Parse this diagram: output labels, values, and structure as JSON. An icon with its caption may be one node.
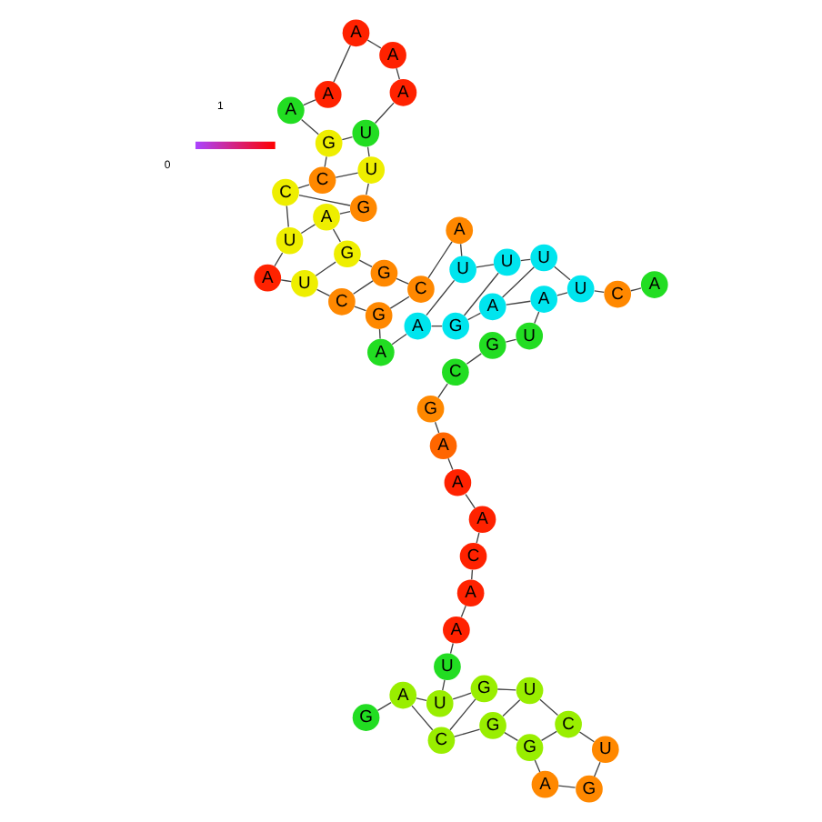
{
  "diagram": {
    "nodes": [
      {
        "text": [
          "G"
        ]
      },
      {
        "text": [
          "A"
        ]
      },
      {
        "text": [
          "C"
        ]
      },
      {
        "text": [
          "G"
        ]
      },
      {
        "text": [
          "G"
        ]
      },
      {
        "text": [
          "A"
        ]
      },
      {
        "text": [
          "G"
        ]
      },
      {
        "text": [
          "U"
        ]
      },
      {
        "text": [
          "C"
        ]
      },
      {
        "text": [
          "U"
        ]
      },
      {
        "text": [
          "G"
        ]
      },
      {
        "text": [
          "U"
        ]
      },
      {
        "text": [
          "U"
        ]
      },
      {
        "text": [
          "A"
        ]
      },
      {
        "text": [
          "A"
        ]
      },
      {
        "text": [
          "C"
        ]
      },
      {
        "text": [
          "A"
        ]
      },
      {
        "text": [
          "A"
        ]
      },
      {
        "text": [
          "A"
        ]
      },
      {
        "text": [
          "G"
        ]
      },
      {
        "text": [
          "C"
        ]
      },
      {
        "text": [
          "G"
        ]
      },
      {
        "text": [
          "U"
        ]
      },
      {
        "text": [
          "A"
        ]
      },
      {
        "text": [
          "A"
        ]
      },
      {
        "text": [
          "G"
        ]
      },
      {
        "text": [
          "A"
        ]
      },
      {
        "text": [
          "A"
        ]
      },
      {
        "text": [
          "G"
        ]
      },
      {
        "text": [
          "C"
        ]
      },
      {
        "text": [
          "U"
        ]
      },
      {
        "text": [
          "A"
        ]
      },
      {
        "text": [
          "U"
        ]
      },
      {
        "text": [
          "C"
        ]
      },
      {
        "text": [
          "C"
        ]
      },
      {
        "text": [
          "G"
        ]
      },
      {
        "text": [
          "A"
        ]
      },
      {
        "text": [
          "A"
        ]
      },
      {
        "text": [
          "A"
        ]
      },
      {
        "text": [
          "A"
        ]
      },
      {
        "text": [
          "A"
        ]
      },
      {
        "text": [
          "U"
        ]
      },
      {
        "text": [
          "U"
        ]
      },
      {
        "text": [
          "G"
        ]
      },
      {
        "text": [
          "A"
        ]
      },
      {
        "text": [
          "G"
        ]
      },
      {
        "text": [
          "G"
        ]
      },
      {
        "text": [
          "C"
        ]
      },
      {
        "text": [
          "A"
        ]
      },
      {
        "text": [
          "U"
        ]
      },
      {
        "text": [
          "U"
        ]
      },
      {
        "text": [
          "U"
        ]
      },
      {
        "text": [
          "U"
        ]
      },
      {
        "text": [
          "C"
        ]
      },
      {
        "text": [
          "A"
        ]
      }
    ],
    "edges": [
      {
        "from": 0,
        "to": 1,
        "arrow": "none"
      },
      {
        "from": 1,
        "to": 2,
        "arrow": "none"
      },
      {
        "from": 2,
        "to": 3,
        "arrow": "none"
      },
      {
        "from": 3,
        "to": 4,
        "arrow": "none"
      },
      {
        "from": 4,
        "to": 5,
        "arrow": "none"
      },
      {
        "from": 5,
        "to": 6,
        "arrow": "none"
      },
      {
        "from": 6,
        "to": 7,
        "arrow": "none"
      },
      {
        "from": 7,
        "to": 8,
        "arrow": "none"
      },
      {
        "from": 8,
        "to": 9,
        "arrow": "none"
      },
      {
        "from": 9,
        "to": 10,
        "arrow": "none"
      },
      {
        "from": 10,
        "to": 11,
        "arrow": "none"
      },
      {
        "from": 11,
        "to": 12,
        "arrow": "none"
      },
      {
        "from": 12,
        "to": 13,
        "arrow": "none"
      },
      {
        "from": 13,
        "to": 14,
        "arrow": "none"
      },
      {
        "from": 14,
        "to": 15,
        "arrow": "none"
      },
      {
        "from": 15,
        "to": 16,
        "arrow": "none"
      },
      {
        "from": 16,
        "to": 17,
        "arrow": "none"
      },
      {
        "from": 17,
        "to": 18,
        "arrow": "none"
      },
      {
        "from": 18,
        "to": 19,
        "arrow": "none"
      },
      {
        "from": 19,
        "to": 20,
        "arrow": "none"
      },
      {
        "from": 20,
        "to": 21,
        "arrow": "none"
      },
      {
        "from": 21,
        "to": 22,
        "arrow": "none"
      },
      {
        "from": 22,
        "to": 23,
        "arrow": "none"
      },
      {
        "from": 23,
        "to": 24,
        "arrow": "none"
      },
      {
        "from": 24,
        "to": 25,
        "arrow": "none"
      },
      {
        "from": 25,
        "to": 26,
        "arrow": "none"
      },
      {
        "from": 26,
        "to": 27,
        "arrow": "none"
      },
      {
        "from": 27,
        "to": 28,
        "arrow": "none"
      },
      {
        "from": 28,
        "to": 29,
        "arrow": "none"
      },
      {
        "from": 29,
        "to": 30,
        "arrow": "none"
      },
      {
        "from": 30,
        "to": 31,
        "arrow": "none"
      },
      {
        "from": 31,
        "to": 32,
        "arrow": "none"
      },
      {
        "from": 32,
        "to": 33,
        "arrow": "none"
      },
      {
        "from": 33,
        "to": 34,
        "arrow": "none"
      },
      {
        "from": 34,
        "to": 35,
        "arrow": "none"
      },
      {
        "from": 35,
        "to": 36,
        "arrow": "none"
      },
      {
        "from": 36,
        "to": 37,
        "arrow": "none"
      },
      {
        "from": 37,
        "to": 38,
        "arrow": "none"
      },
      {
        "from": 38,
        "to": 39,
        "arrow": "none"
      },
      {
        "from": 39,
        "to": 40,
        "arrow": "none"
      },
      {
        "from": 40,
        "to": 41,
        "arrow": "none"
      },
      {
        "from": 41,
        "to": 42,
        "arrow": "none"
      },
      {
        "from": 42,
        "to": 43,
        "arrow": "none"
      },
      {
        "from": 43,
        "to": 44,
        "arrow": "none"
      },
      {
        "from": 44,
        "to": 45,
        "arrow": "none"
      },
      {
        "from": 45,
        "to": 46,
        "arrow": "none"
      },
      {
        "from": 46,
        "to": 47,
        "arrow": "none"
      },
      {
        "from": 47,
        "to": 48,
        "arrow": "none"
      },
      {
        "from": 48,
        "to": 49,
        "arrow": "none"
      },
      {
        "from": 49,
        "to": 50,
        "arrow": "none"
      },
      {
        "from": 50,
        "to": 51,
        "arrow": "none"
      },
      {
        "from": 51,
        "to": 52,
        "arrow": "none"
      },
      {
        "from": 52,
        "to": 53,
        "arrow": "none"
      },
      {
        "from": 53,
        "to": 54,
        "arrow": "none"
      },
      {
        "from": 1,
        "to": 11,
        "arrow": "none"
      },
      {
        "from": 2,
        "to": 10,
        "arrow": "none"
      },
      {
        "from": 3,
        "to": 9,
        "arrow": "none"
      },
      {
        "from": 4,
        "to": 8,
        "arrow": "none"
      },
      {
        "from": 23,
        "to": 52,
        "arrow": "none"
      },
      {
        "from": 24,
        "to": 51,
        "arrow": "none"
      },
      {
        "from": 25,
        "to": 50,
        "arrow": "none"
      },
      {
        "from": 26,
        "to": 49,
        "arrow": "none"
      },
      {
        "from": 28,
        "to": 47,
        "arrow": "none"
      },
      {
        "from": 29,
        "to": 46,
        "arrow": "none"
      },
      {
        "from": 30,
        "to": 45,
        "arrow": "none"
      },
      {
        "from": 32,
        "to": 44,
        "arrow": "none"
      },
      {
        "from": 33,
        "to": 43,
        "arrow": "none"
      },
      {
        "from": 34,
        "to": 42,
        "arrow": "none"
      },
      {
        "from": 35,
        "to": 41,
        "arrow": "none"
      }
    ],
    "labels": [
      "0",
      "1"
    ]
  }
}
